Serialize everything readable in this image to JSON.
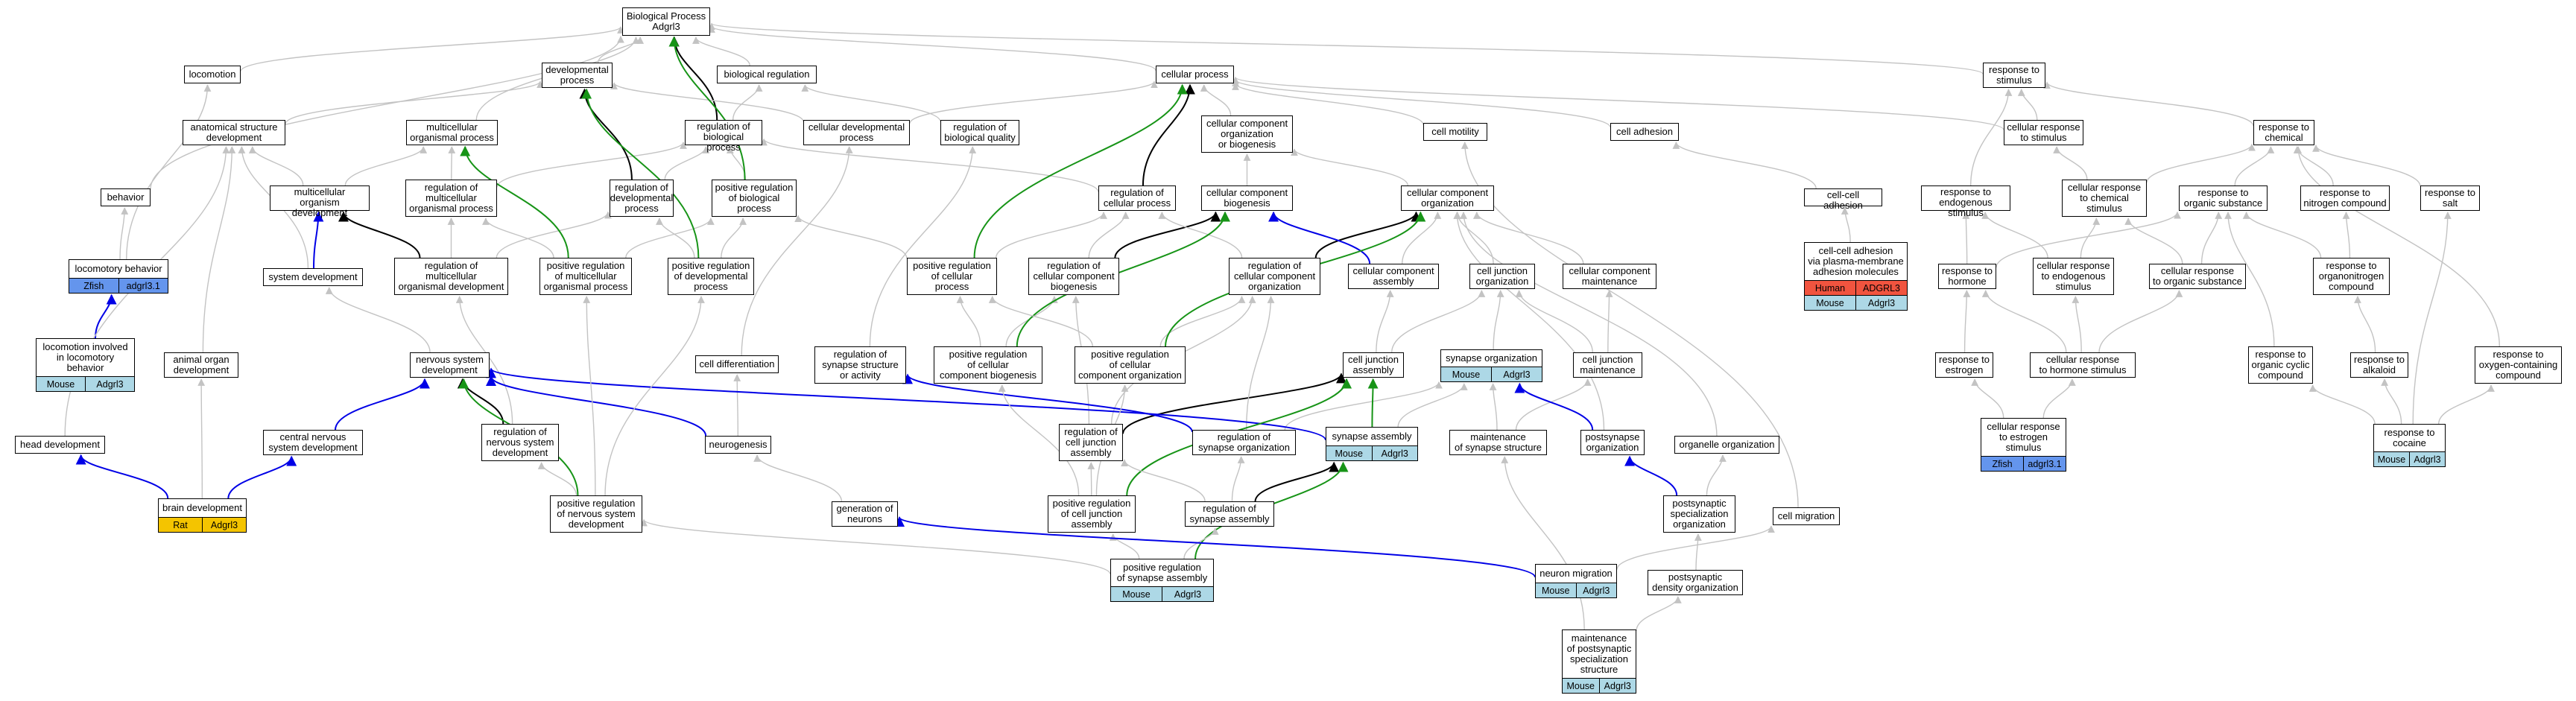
{
  "colors": {
    "gray_edge": "#c3c3c3",
    "black_edge": "#000000",
    "blue_edge": "#0000e6",
    "green_edge": "#179417",
    "mouse": "#add8e6",
    "zfish": "#6495ed",
    "human": "#f1543f",
    "rat": "#f4c400"
  },
  "nodes": [
    {
      "id": "bp",
      "label": "Biological Process\nAdgrl3"
    },
    {
      "id": "loco",
      "label": "locomotion"
    },
    {
      "id": "devproc",
      "label": "developmental\nprocess"
    },
    {
      "id": "bioreg",
      "label": "biological regulation"
    },
    {
      "id": "cellproc",
      "label": "cellular process"
    },
    {
      "id": "respstim",
      "label": "response to\nstimulus"
    },
    {
      "id": "anatdev",
      "label": "anatomical structure\ndevelopment"
    },
    {
      "id": "multiproc",
      "label": "multicellular\norganismal process"
    },
    {
      "id": "regbioproc",
      "label": "regulation of\nbiological process"
    },
    {
      "id": "celldevproc",
      "label": "cellular developmental\nprocess"
    },
    {
      "id": "regbioqual",
      "label": "regulation of\nbiological quality"
    },
    {
      "id": "ccob",
      "label": "cellular component\norganization\nor biogenesis"
    },
    {
      "id": "cellmot",
      "label": "cell motility"
    },
    {
      "id": "celladh",
      "label": "cell adhesion"
    },
    {
      "id": "cellresp",
      "label": "cellular response\nto stimulus"
    },
    {
      "id": "respchem",
      "label": "response to\nchemical"
    },
    {
      "id": "behavior",
      "label": "behavior"
    },
    {
      "id": "multiorgdev",
      "label": "multicellular\norganism development"
    },
    {
      "id": "regmultiproc",
      "label": "regulation of\nmulticellular\norganismal process"
    },
    {
      "id": "regdevproc",
      "label": "regulation of\ndevelopmental\nprocess"
    },
    {
      "id": "posregbio",
      "label": "positive regulation\nof biological\nprocess"
    },
    {
      "id": "regcellproc",
      "label": "regulation of\ncellular process"
    },
    {
      "id": "ccbio",
      "label": "cellular component\nbiogenesis"
    },
    {
      "id": "ccorg",
      "label": "cellular component\norganization"
    },
    {
      "id": "celladh2",
      "label": "cell-cell adhesion"
    },
    {
      "id": "respendo",
      "label": "response to\nendogenous stimulus"
    },
    {
      "id": "cellrespchem",
      "label": "cellular response\nto chemical\nstimulus"
    },
    {
      "id": "resporg",
      "label": "response to\norganic substance"
    },
    {
      "id": "respnitro",
      "label": "response to\nnitrogen compound"
    },
    {
      "id": "respsalt",
      "label": "response to\nsalt"
    },
    {
      "id": "locobeh",
      "label": "locomotory behavior",
      "ann": [
        {
          "species": "Zfish",
          "gene": "adgrl3.1",
          "color": "zfish"
        }
      ]
    },
    {
      "id": "sysdev",
      "label": "system development"
    },
    {
      "id": "regmultidev",
      "label": "regulation of\nmulticellular\norganismal development"
    },
    {
      "id": "posregmultiproc",
      "label": "positive regulation\nof multicellular\norganismal process"
    },
    {
      "id": "posregdev",
      "label": "positive regulation\nof developmental\nprocess"
    },
    {
      "id": "posregcellproc",
      "label": "positive regulation\nof cellular\nprocess"
    },
    {
      "id": "regccbio",
      "label": "regulation of\ncellular component\nbiogenesis"
    },
    {
      "id": "regccorg",
      "label": "regulation of\ncellular component\norganization"
    },
    {
      "id": "ccassem",
      "label": "cellular component\nassembly"
    },
    {
      "id": "celljorg",
      "label": "cell junction\norganization"
    },
    {
      "id": "ccmaint",
      "label": "cellular component\nmaintenance"
    },
    {
      "id": "cchadhesion",
      "label": "cell-cell adhesion\nvia plasma-membrane\nadhesion molecules",
      "ann": [
        {
          "species": "Human",
          "gene": "ADGRL3",
          "color": "human"
        },
        {
          "species": "Mouse",
          "gene": "Adgrl3",
          "color": "mouse"
        }
      ]
    },
    {
      "id": "resphorm",
      "label": "response to\nhormone"
    },
    {
      "id": "cellrespendo",
      "label": "cellular response\nto endogenous\nstimulus"
    },
    {
      "id": "cellresporg",
      "label": "cellular response\nto organic substance"
    },
    {
      "id": "respnitrogen",
      "label": "response to\norganonitrogen\ncompound"
    },
    {
      "id": "locoinv",
      "label": "locomotion involved\nin locomotory\nbehavior",
      "ann": [
        {
          "species": "Mouse",
          "gene": "Adgrl3",
          "color": "mouse"
        }
      ]
    },
    {
      "id": "celldiff",
      "label": "cell differentiation"
    },
    {
      "id": "regsynstruct",
      "label": "regulation of\nsynapse structure\nor activity"
    },
    {
      "id": "posregccbio",
      "label": "positive regulation\nof cellular\ncomponent biogenesis"
    },
    {
      "id": "posregccorg",
      "label": "positive regulation\nof cellular\ncomponent organization"
    },
    {
      "id": "celljassem",
      "label": "cell junction\nassembly"
    },
    {
      "id": "synorg",
      "label": "synapse organization",
      "ann": [
        {
          "species": "Mouse",
          "gene": "Adgrl3",
          "color": "mouse"
        }
      ]
    },
    {
      "id": "celljmaint",
      "label": "cell junction\nmaintenance"
    },
    {
      "id": "respestro",
      "label": "response to\nestrogen"
    },
    {
      "id": "cellresphorm",
      "label": "cellular response\nto hormone stimulus"
    },
    {
      "id": "resporgcyc",
      "label": "response to\norganic cyclic\ncompound"
    },
    {
      "id": "respalk",
      "label": "response to\nalkaloid"
    },
    {
      "id": "respoxy",
      "label": "response to\noxygen-containing\ncompound"
    },
    {
      "id": "nsdev",
      "label": "nervous system\ndevelopment"
    },
    {
      "id": "headdev",
      "label": "head development"
    },
    {
      "id": "cnsdev",
      "label": "central nervous\nsystem development"
    },
    {
      "id": "regnsdev",
      "label": "regulation of\nnervous system\ndevelopment"
    },
    {
      "id": "neurogen",
      "label": "neurogenesis"
    },
    {
      "id": "regcjassem",
      "label": "regulation of\ncell junction\nassembly"
    },
    {
      "id": "regsynorg",
      "label": "regulation of\nsynapse organization"
    },
    {
      "id": "synassem",
      "label": "synapse assembly",
      "ann": [
        {
          "species": "Mouse",
          "gene": "Adgrl3",
          "color": "mouse"
        }
      ]
    },
    {
      "id": "maintsyn",
      "label": "maintenance\nof synapse structure"
    },
    {
      "id": "postsynorg",
      "label": "postsynapse\norganization"
    },
    {
      "id": "organorg",
      "label": "organelle organization"
    },
    {
      "id": "cellrespestro",
      "label": "cellular response\nto estrogen\nstimulus",
      "ann": [
        {
          "species": "Zfish",
          "gene": "adgrl3.1",
          "color": "zfish"
        }
      ]
    },
    {
      "id": "respcocaine",
      "label": "response to\ncocaine",
      "ann": [
        {
          "species": "Mouse",
          "gene": "Adgrl3",
          "color": "mouse"
        }
      ]
    },
    {
      "id": "animalorgdev",
      "label": "animal organ\ndevelopment"
    },
    {
      "id": "braindev",
      "label": "brain development",
      "ann": [
        {
          "species": "Rat",
          "gene": "Adgrl3",
          "color": "rat"
        }
      ]
    },
    {
      "id": "posregnsdev",
      "label": "positive regulation\nof nervous system\ndevelopment"
    },
    {
      "id": "genneur",
      "label": "generation of\nneurons"
    },
    {
      "id": "posregcjassem",
      "label": "positive regulation\nof cell junction\nassembly"
    },
    {
      "id": "regsynassem",
      "label": "regulation of\nsynapse assembly"
    },
    {
      "id": "postsynspec",
      "label": "postsynaptic\nspecialization\norganization"
    },
    {
      "id": "cellmig",
      "label": "cell migration"
    },
    {
      "id": "posregsynassem",
      "label": "positive regulation\nof synapse assembly",
      "ann": [
        {
          "species": "Mouse",
          "gene": "Adgrl3",
          "color": "mouse"
        }
      ]
    },
    {
      "id": "neurmig",
      "label": "neuron migration",
      "ann": [
        {
          "species": "Mouse",
          "gene": "Adgrl3",
          "color": "mouse"
        }
      ]
    },
    {
      "id": "postsyndens",
      "label": "postsynaptic\ndensity organization"
    },
    {
      "id": "maintpostsyn",
      "label": "maintenance\nof postsynaptic\nspecialization\nstructure",
      "ann": [
        {
          "species": "Mouse",
          "gene": "Adgrl3",
          "color": "mouse"
        }
      ]
    }
  ],
  "edges": [
    [
      "loco",
      "bp",
      "gray"
    ],
    [
      "devproc",
      "bp",
      "gray"
    ],
    [
      "bioreg",
      "bp",
      "gray"
    ],
    [
      "cellproc",
      "bp",
      "gray"
    ],
    [
      "respstim",
      "bp",
      "gray"
    ],
    [
      "anatdev",
      "devproc",
      "gray"
    ],
    [
      "multiproc",
      "bp",
      "gray"
    ],
    [
      "regbioproc",
      "bioreg",
      "gray"
    ],
    [
      "regbioproc",
      "bp",
      "black"
    ],
    [
      "celldevproc",
      "devproc",
      "gray"
    ],
    [
      "celldevproc",
      "cellproc",
      "gray"
    ],
    [
      "regbioqual",
      "bioreg",
      "gray"
    ],
    [
      "ccob",
      "cellproc",
      "gray"
    ],
    [
      "cellmot",
      "cellproc",
      "gray"
    ],
    [
      "celladh",
      "cellproc",
      "gray"
    ],
    [
      "cellresp",
      "cellproc",
      "gray"
    ],
    [
      "cellresp",
      "respstim",
      "gray"
    ],
    [
      "respchem",
      "respstim",
      "gray"
    ],
    [
      "behavior",
      "bp",
      "gray"
    ],
    [
      "multiorgdev",
      "multiproc",
      "gray"
    ],
    [
      "multiorgdev",
      "anatdev",
      "gray"
    ],
    [
      "regmultiproc",
      "multiproc",
      "gray"
    ],
    [
      "regmultiproc",
      "regbioproc",
      "gray"
    ],
    [
      "regdevproc",
      "devproc",
      "black"
    ],
    [
      "regdevproc",
      "regbioproc",
      "gray"
    ],
    [
      "posregbio",
      "regbioproc",
      "gray"
    ],
    [
      "posregbio",
      "bp",
      "green"
    ],
    [
      "regcellproc",
      "cellproc",
      "black"
    ],
    [
      "regcellproc",
      "regbioproc",
      "gray"
    ],
    [
      "ccbio",
      "ccob",
      "gray"
    ],
    [
      "ccorg",
      "ccob",
      "gray"
    ],
    [
      "celladh2",
      "celladh",
      "gray"
    ],
    [
      "respendo",
      "respstim",
      "gray"
    ],
    [
      "cellrespchem",
      "cellresp",
      "gray"
    ],
    [
      "cellrespchem",
      "respchem",
      "gray"
    ],
    [
      "resporg",
      "respchem",
      "gray"
    ],
    [
      "respnitro",
      "respchem",
      "gray"
    ],
    [
      "respsalt",
      "respchem",
      "gray"
    ],
    [
      "locobeh",
      "behavior",
      "gray"
    ],
    [
      "locobeh",
      "loco",
      "gray"
    ],
    [
      "sysdev",
      "anatdev",
      "gray"
    ],
    [
      "sysdev",
      "multiorgdev",
      "blue"
    ],
    [
      "regmultidev",
      "multiorgdev",
      "black"
    ],
    [
      "regmultidev",
      "regmultiproc",
      "gray"
    ],
    [
      "regmultidev",
      "regdevproc",
      "gray"
    ],
    [
      "posregmultiproc",
      "multiproc",
      "green"
    ],
    [
      "posregmultiproc",
      "regmultiproc",
      "gray"
    ],
    [
      "posregmultiproc",
      "posregbio",
      "gray"
    ],
    [
      "posregdev",
      "devproc",
      "green"
    ],
    [
      "posregdev",
      "regdevproc",
      "gray"
    ],
    [
      "posregdev",
      "posregbio",
      "gray"
    ],
    [
      "posregcellproc",
      "cellproc",
      "green"
    ],
    [
      "posregcellproc",
      "regcellproc",
      "gray"
    ],
    [
      "posregcellproc",
      "posregbio",
      "gray"
    ],
    [
      "regccbio",
      "ccbio",
      "black"
    ],
    [
      "regccbio",
      "regcellproc",
      "gray"
    ],
    [
      "regccorg",
      "ccorg",
      "black"
    ],
    [
      "regccorg",
      "regcellproc",
      "gray"
    ],
    [
      "ccassem",
      "ccbio",
      "blue"
    ],
    [
      "ccassem",
      "ccorg",
      "gray"
    ],
    [
      "celljorg",
      "ccorg",
      "gray"
    ],
    [
      "ccmaint",
      "ccorg",
      "gray"
    ],
    [
      "cchadhesion",
      "celladh2",
      "gray"
    ],
    [
      "resphorm",
      "respendo",
      "gray"
    ],
    [
      "resphorm",
      "resporg",
      "gray"
    ],
    [
      "cellrespendo",
      "respendo",
      "gray"
    ],
    [
      "cellrespendo",
      "cellrespchem",
      "gray"
    ],
    [
      "cellresporg",
      "resporg",
      "gray"
    ],
    [
      "cellresporg",
      "cellrespchem",
      "gray"
    ],
    [
      "respnitrogen",
      "respnitro",
      "gray"
    ],
    [
      "respnitrogen",
      "resporg",
      "gray"
    ],
    [
      "locoinv",
      "locobeh",
      "blue"
    ],
    [
      "celldiff",
      "celldevproc",
      "gray"
    ],
    [
      "regsynstruct",
      "regbioqual",
      "gray"
    ],
    [
      "posregccbio",
      "regccbio",
      "gray"
    ],
    [
      "posregccbio",
      "ccbio",
      "green"
    ],
    [
      "posregccbio",
      "posregcellproc",
      "gray"
    ],
    [
      "posregccorg",
      "regccorg",
      "gray"
    ],
    [
      "posregccorg",
      "ccorg",
      "green"
    ],
    [
      "posregccorg",
      "posregcellproc",
      "gray"
    ],
    [
      "celljassem",
      "ccassem",
      "gray"
    ],
    [
      "celljassem",
      "celljorg",
      "gray"
    ],
    [
      "synorg",
      "celljorg",
      "gray"
    ],
    [
      "celljmaint",
      "celljorg",
      "gray"
    ],
    [
      "celljmaint",
      "ccmaint",
      "gray"
    ],
    [
      "respestro",
      "resphorm",
      "gray"
    ],
    [
      "cellresphorm",
      "resphorm",
      "gray"
    ],
    [
      "cellresphorm",
      "cellrespendo",
      "gray"
    ],
    [
      "cellresphorm",
      "cellresporg",
      "gray"
    ],
    [
      "resporgcyc",
      "resporg",
      "gray"
    ],
    [
      "respalk",
      "respnitrogen",
      "gray"
    ],
    [
      "respoxy",
      "respchem",
      "gray"
    ],
    [
      "nsdev",
      "sysdev",
      "gray"
    ],
    [
      "headdev",
      "anatdev",
      "gray"
    ],
    [
      "cnsdev",
      "nsdev",
      "blue"
    ],
    [
      "regnsdev",
      "nsdev",
      "black"
    ],
    [
      "regnsdev",
      "regmultidev",
      "gray"
    ],
    [
      "neurogen",
      "nsdev",
      "blue"
    ],
    [
      "neurogen",
      "celldiff",
      "gray"
    ],
    [
      "regcjassem",
      "celljassem",
      "black"
    ],
    [
      "regcjassem",
      "regccbio",
      "gray"
    ],
    [
      "regcjassem",
      "regccorg",
      "gray"
    ],
    [
      "regsynorg",
      "synorg",
      "gray"
    ],
    [
      "regsynorg",
      "regsynstruct",
      "blue"
    ],
    [
      "regsynorg",
      "regccorg",
      "gray"
    ],
    [
      "synassem",
      "nsdev",
      "blue"
    ],
    [
      "synassem",
      "celljassem",
      "green"
    ],
    [
      "synassem",
      "synorg",
      "gray"
    ],
    [
      "maintsyn",
      "synorg",
      "gray"
    ],
    [
      "maintsyn",
      "celljmaint",
      "gray"
    ],
    [
      "postsynorg",
      "synorg",
      "blue"
    ],
    [
      "postsynorg",
      "ccorg",
      "gray"
    ],
    [
      "organorg",
      "ccorg",
      "gray"
    ],
    [
      "cellrespestro",
      "respestro",
      "gray"
    ],
    [
      "cellrespestro",
      "cellresphorm",
      "gray"
    ],
    [
      "respcocaine",
      "resporgcyc",
      "gray"
    ],
    [
      "respcocaine",
      "respalk",
      "gray"
    ],
    [
      "respcocaine",
      "respsalt",
      "gray"
    ],
    [
      "respcocaine",
      "respoxy",
      "gray"
    ],
    [
      "animalorgdev",
      "anatdev",
      "gray"
    ],
    [
      "braindev",
      "headdev",
      "blue"
    ],
    [
      "braindev",
      "cnsdev",
      "blue"
    ],
    [
      "braindev",
      "animalorgdev",
      "gray"
    ],
    [
      "posregnsdev",
      "nsdev",
      "green"
    ],
    [
      "posregnsdev",
      "regnsdev",
      "gray"
    ],
    [
      "posregnsdev",
      "posregmultiproc",
      "gray"
    ],
    [
      "posregnsdev",
      "posregdev",
      "gray"
    ],
    [
      "genneur",
      "neurogen",
      "gray"
    ],
    [
      "posregcjassem",
      "regcjassem",
      "gray"
    ],
    [
      "posregcjassem",
      "celljassem",
      "green"
    ],
    [
      "posregcjassem",
      "posregccbio",
      "gray"
    ],
    [
      "posregcjassem",
      "posregccorg",
      "gray"
    ],
    [
      "regsynassem",
      "synassem",
      "black"
    ],
    [
      "regsynassem",
      "regsynorg",
      "gray"
    ],
    [
      "regsynassem",
      "regcjassem",
      "gray"
    ],
    [
      "postsynspec",
      "postsynorg",
      "blue"
    ],
    [
      "postsynspec",
      "organorg",
      "gray"
    ],
    [
      "cellmig",
      "cellmot",
      "gray"
    ],
    [
      "posregsynassem",
      "synassem",
      "green"
    ],
    [
      "posregsynassem",
      "regsynassem",
      "gray"
    ],
    [
      "posregsynassem",
      "posregcjassem",
      "gray"
    ],
    [
      "posregsynassem",
      "posregnsdev",
      "gray"
    ],
    [
      "neurmig",
      "genneur",
      "blue"
    ],
    [
      "neurmig",
      "cellmig",
      "gray"
    ],
    [
      "postsyndens",
      "postsynspec",
      "gray"
    ],
    [
      "maintpostsyn",
      "maintsyn",
      "gray"
    ],
    [
      "maintpostsyn",
      "postsyndens",
      "gray"
    ]
  ]
}
